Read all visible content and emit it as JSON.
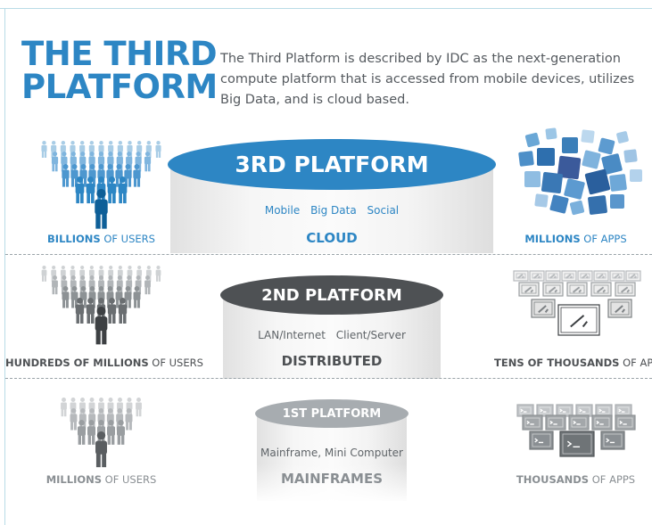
{
  "title": {
    "line1": "THE THIRD",
    "line2": "PLATFORM"
  },
  "intro": "The Third Platform is described by IDC as the next-generation compute platform that is accessed from mobile devices, utilizes Big Data, and is cloud based.",
  "colors": {
    "blue": "#2d86c4",
    "dark_gray": "#4e5154",
    "mid_gray": "#8a8f93",
    "light_gray": "#a7acb0",
    "frame": "#b9dbe6",
    "cylinder": "#ececec"
  },
  "platforms": [
    {
      "label": "3RD PLATFORM",
      "features": [
        "Mobile",
        "Big Data",
        "Social"
      ],
      "category": "CLOUD",
      "users": {
        "strong": "BILLIONS",
        "rest": " OF USERS"
      },
      "apps": {
        "strong": "MILLIONS",
        "rest": " OF APPS"
      },
      "user_icon": "crowd-users-icon",
      "app_icon": "social-app-icons-cloud"
    },
    {
      "label": "2ND PLATFORM",
      "features": [
        "LAN/Internet",
        "Client/Server"
      ],
      "category": "DISTRIBUTED",
      "users": {
        "strong": "HUNDREDS OF MILLIONS",
        "rest": " OF USERS"
      },
      "apps": {
        "strong": "TENS OF THOUSANDS",
        "rest": " OF APPS"
      },
      "user_icon": "crowd-users-icon",
      "app_icon": "application-windows-icon"
    },
    {
      "label": "1ST PLATFORM",
      "features": [
        "Mainframe, Mini Computer"
      ],
      "category": "MAINFRAMES",
      "users": {
        "strong": "MILLIONS",
        "rest": " OF USERS"
      },
      "apps": {
        "strong": "THOUSANDS",
        "rest": " OF APPS"
      },
      "user_icon": "crowd-users-icon",
      "app_icon": "terminal-windows-icon"
    }
  ]
}
